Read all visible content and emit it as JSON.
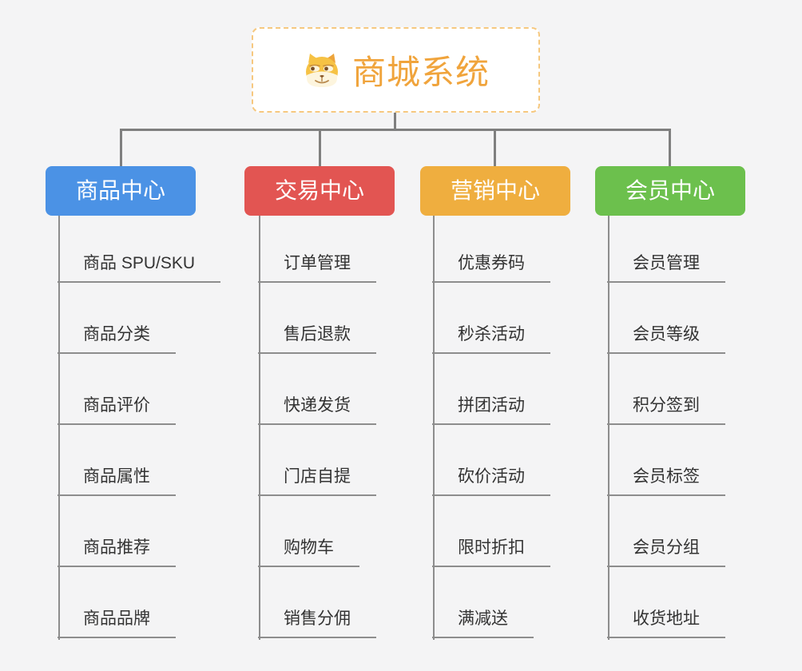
{
  "root": {
    "title": "商城系统",
    "title_color": "#f0a43c",
    "border_color": "#f6c87f",
    "icon": "doge-icon"
  },
  "canvas": {
    "background_color": "#f4f4f5",
    "connector_color": "#7f7f7f",
    "branch_line_color": "#8d8d8d",
    "leaf_text_color": "#333333"
  },
  "branches": [
    {
      "label": "商品中心",
      "color": "#4b92e5",
      "children": [
        "商品 SPU/SKU",
        "商品分类",
        "商品评价",
        "商品属性",
        "商品推荐",
        "商品品牌"
      ]
    },
    {
      "label": "交易中心",
      "color": "#e25552",
      "children": [
        "订单管理",
        "售后退款",
        "快递发货",
        "门店自提",
        "购物车",
        "销售分佣"
      ]
    },
    {
      "label": "营销中心",
      "color": "#efae3f",
      "children": [
        "优惠券码",
        "秒杀活动",
        "拼团活动",
        "砍价活动",
        "限时折扣",
        "满减送"
      ]
    },
    {
      "label": "会员中心",
      "color": "#6cc04d",
      "children": [
        "会员管理",
        "会员等级",
        "积分签到",
        "会员标签",
        "会员分组",
        "收货地址"
      ]
    }
  ]
}
